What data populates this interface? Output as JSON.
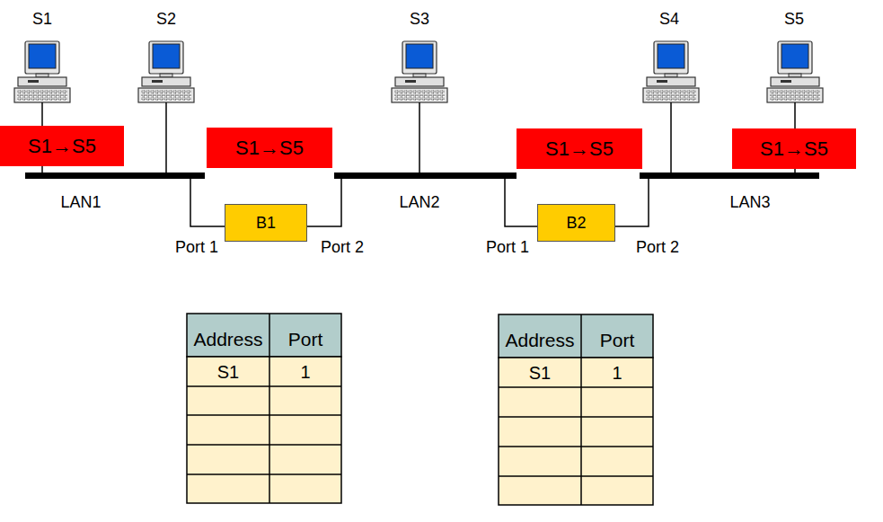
{
  "diagram": {
    "nodes": [
      {
        "text": [
          "S1→S5"
        ]
      },
      {
        "text": [
          "S1→S5"
        ]
      },
      {
        "text": [
          "S1→S5"
        ]
      },
      {
        "text": [
          "S1→S5"
        ]
      },
      {
        "text": [
          "B1"
        ]
      },
      {
        "text": [
          "B2"
        ]
      }
    ],
    "labels": [
      "S1",
      "S2",
      "S3",
      "S4",
      "S5",
      "LAN1",
      "LAN2",
      "LAN3",
      "Port 1",
      "Port 2",
      "Port 1",
      "Port 2",
      "Address",
      "Port",
      "S1",
      "1",
      "Address",
      "Port",
      "S1",
      "1"
    ]
  }
}
